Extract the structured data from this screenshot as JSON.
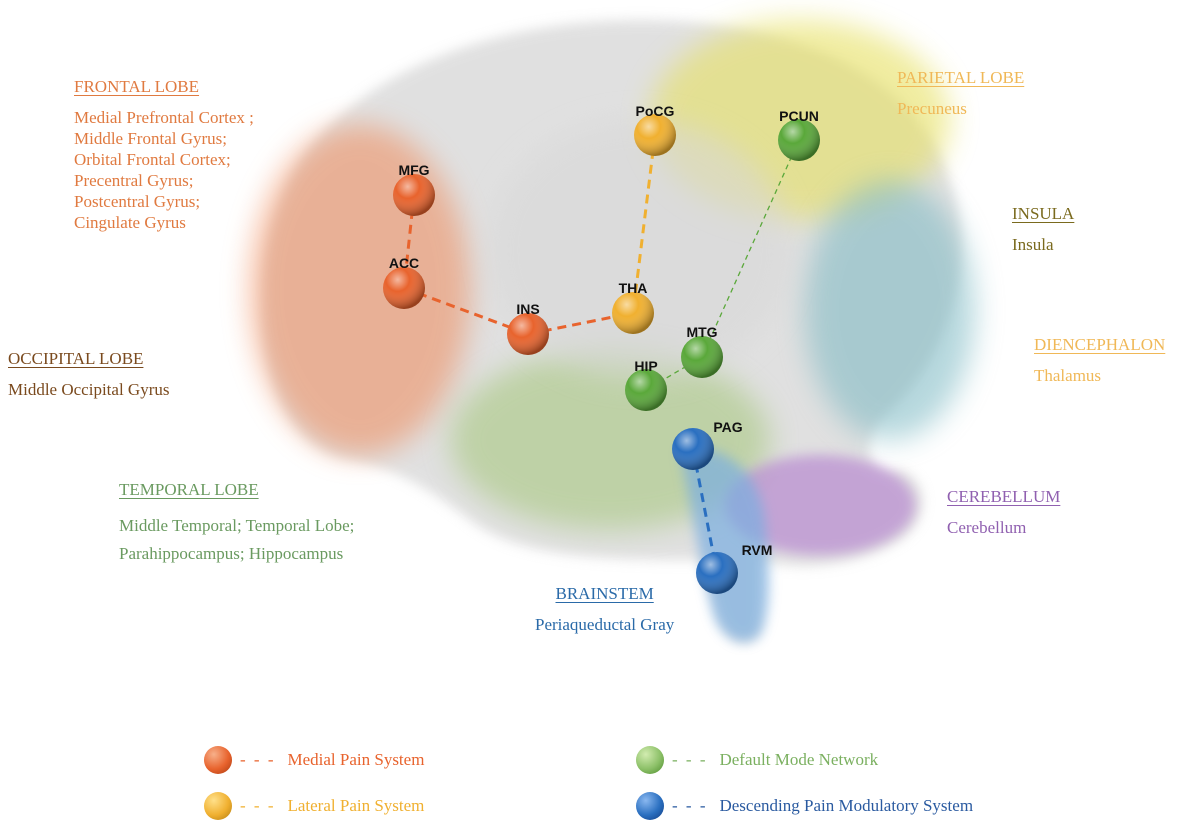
{
  "colors": {
    "medial": "#e8632d",
    "lateral": "#f0b030",
    "dmn": "#5aa83a",
    "descending": "#2a6fc0",
    "frontal_text": "#e07a40",
    "parietal_text": "#f0b857",
    "insula_text": "#7a6a1e",
    "occipital_text": "#7a4a1e",
    "temporal_text": "#6a9a60",
    "brainstem_text": "#2a6aa8",
    "cerebellum_text": "#9060b0",
    "dmn_text": "#7bb060",
    "descending_text": "#2a5aa0"
  },
  "regions": {
    "frontal": {
      "title": "FRONTAL LOBE",
      "items": [
        "Medial Prefrontal Cortex ;",
        "Middle Frontal Gyrus;",
        "Orbital Frontal Cortex;",
        "Precentral Gyrus;",
        "Postcentral Gyrus;",
        "Cingulate Gyrus"
      ]
    },
    "occipital": {
      "title": "OCCIPITAL LOBE",
      "items": [
        "Middle Occipital Gyrus"
      ]
    },
    "temporal": {
      "title": "TEMPORAL LOBE",
      "items": [
        "Middle Temporal; Temporal Lobe;",
        "Parahippocampus; Hippocampus"
      ]
    },
    "parietal": {
      "title": "PARIETAL LOBE",
      "items": [
        "Precuneus"
      ]
    },
    "insula": {
      "title": "INSULA",
      "items": [
        "Insula"
      ]
    },
    "diencephalon": {
      "title": "DIENCEPHALON",
      "items": [
        "Thalamus"
      ]
    },
    "cerebellum": {
      "title": "CEREBELLUM",
      "items": [
        "Cerebellum"
      ]
    },
    "brainstem": {
      "title": "BRAINSTEM",
      "items": [
        "Periaqueductal Gray"
      ]
    }
  },
  "nodes": [
    {
      "id": "MFG",
      "label": "MFG",
      "system": "medial"
    },
    {
      "id": "ACC",
      "label": "ACC",
      "system": "medial"
    },
    {
      "id": "INS",
      "label": "INS",
      "system": "medial"
    },
    {
      "id": "PoCG",
      "label": "PoCG",
      "system": "lateral"
    },
    {
      "id": "THA",
      "label": "THA",
      "system": "lateral"
    },
    {
      "id": "PCUN",
      "label": "PCUN",
      "system": "dmn"
    },
    {
      "id": "MTG",
      "label": "MTG",
      "system": "dmn"
    },
    {
      "id": "HIP",
      "label": "HIP",
      "system": "dmn"
    },
    {
      "id": "PAG",
      "label": "PAG",
      "system": "descending"
    },
    {
      "id": "RVM",
      "label": "RVM",
      "system": "descending"
    }
  ],
  "edges": [
    {
      "from": "MFG",
      "to": "ACC",
      "system": "medial"
    },
    {
      "from": "ACC",
      "to": "INS",
      "system": "medial"
    },
    {
      "from": "INS",
      "to": "THA",
      "system": "medial"
    },
    {
      "from": "PoCG",
      "to": "THA",
      "system": "lateral"
    },
    {
      "from": "PCUN",
      "to": "MTG",
      "system": "dmn"
    },
    {
      "from": "MTG",
      "to": "HIP",
      "system": "dmn"
    },
    {
      "from": "PAG",
      "to": "RVM",
      "system": "descending"
    }
  ],
  "legend": [
    {
      "key": "medial",
      "dash": "- - -",
      "label": "Medial Pain System"
    },
    {
      "key": "lateral",
      "dash": "- - -",
      "label": "Lateral Pain System"
    },
    {
      "key": "dmn",
      "dash": "- - -",
      "label": "Default Mode Network"
    },
    {
      "key": "descending",
      "dash": "- - -",
      "label": "Descending Pain Modulatory System"
    }
  ]
}
